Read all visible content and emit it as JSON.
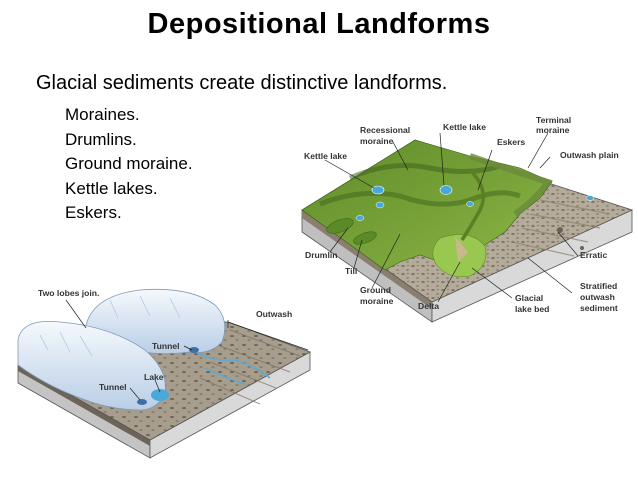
{
  "title": "Depositional Landforms",
  "intro": "Glacial sediments create distinctive landforms.",
  "bullets": [
    "Moraines.",
    "Drumlins.",
    "Ground moraine.",
    "Kettle lakes.",
    "Eskers."
  ],
  "landscape_labels": {
    "recessional_1": "Recessional",
    "recessional_2": "moraine",
    "kettle_lake_top": "Kettle lake",
    "terminal_1": "Terminal",
    "terminal_2": "moraine",
    "eskers": "Eskers",
    "kettle_lake_left": "Kettle lake",
    "outwash_plain": "Outwash plain",
    "drumlin": "Drumlin",
    "till": "Till",
    "ground_1": "Ground",
    "ground_2": "moraine",
    "delta": "Delta",
    "glacial_1": "Glacial",
    "glacial_2": "lake bed",
    "erratic": "Erratic",
    "stratified_1": "Stratified",
    "stratified_2": "outwash",
    "stratified_3": "sediment"
  },
  "glacier_labels": {
    "two_lobes": "Two lobes join.",
    "outwash": "Outwash",
    "tunnel_top": "Tunnel",
    "lake": "Lake",
    "tunnel_bottom": "Tunnel"
  },
  "colors": {
    "grass": "#7aa53a",
    "grass_dark": "#4f7a22",
    "water": "#4aa8d8",
    "ice": "#dde9f6",
    "ground_side": "#d4d4d4",
    "gravel": "#a49a8a"
  }
}
